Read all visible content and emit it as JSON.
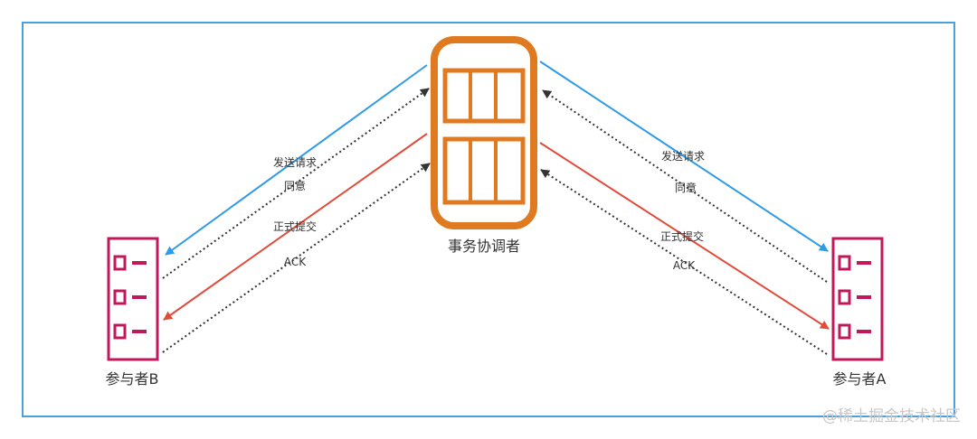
{
  "nodes": {
    "coordinator": {
      "label": "事务协调者"
    },
    "participant_b": {
      "label": "参与者B"
    },
    "participant_a": {
      "label": "参与者A"
    }
  },
  "edges": {
    "left": {
      "send_request": "发送请求",
      "agree": "同意",
      "commit": "正式提交",
      "ack": "ACK"
    },
    "right": {
      "send_request": "发送请求",
      "agree": "同意",
      "commit": "正式提交",
      "ack": "ACK"
    }
  },
  "watermark": "@稀土掘金技术社区",
  "colors": {
    "frame": "#4aa0dc",
    "coordinator": "#e07a20",
    "participant": "#c2185b",
    "request_arrow": "#2f9be6",
    "commit_arrow": "#e04b3a",
    "response_arrow": "#333333"
  }
}
